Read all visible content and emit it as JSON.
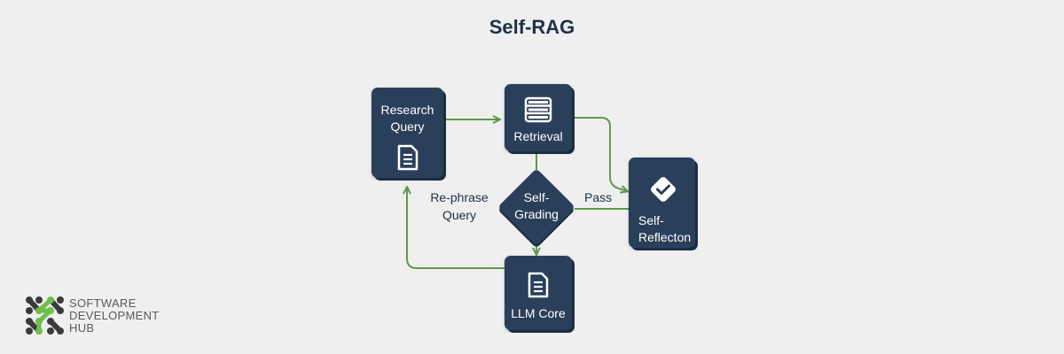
{
  "title": "Self-RAG",
  "colors": {
    "node": "#2a3f5a",
    "arrow": "#5e9a4a",
    "text_dark": "#1f3049",
    "background": "#efefef",
    "logo_green": "#6cc04a"
  },
  "nodes": {
    "research_query": {
      "line1": "Research",
      "line2": "Query",
      "icon": "document-icon"
    },
    "retrieval": {
      "label": "Retrieval",
      "icon": "list-icon"
    },
    "self_grading": {
      "line1": "Self-",
      "line2": "Grading"
    },
    "self_reflection": {
      "line1": "Self-",
      "line2": "Reflecton",
      "icon": "check-diamond-icon"
    },
    "llm_core": {
      "label": "LLM Core",
      "icon": "document-icon"
    }
  },
  "edges": [
    {
      "from": "research_query",
      "to": "retrieval",
      "label": ""
    },
    {
      "from": "retrieval",
      "to": "self_reflection",
      "label": ""
    },
    {
      "from": "retrieval",
      "to": "self_grading",
      "label": ""
    },
    {
      "from": "self_grading",
      "to": "self_reflection",
      "label": "Pass"
    },
    {
      "from": "self_grading",
      "to": "llm_core",
      "label": ""
    },
    {
      "from": "llm_core",
      "to": "research_query",
      "label": "Re-phrase Query"
    }
  ],
  "edge_labels": {
    "rephrase_line1": "Re-phrase",
    "rephrase_line2": "Query",
    "pass": "Pass"
  },
  "logo": {
    "line1": "SOFTWARE",
    "line2": "DEVELOPMENT",
    "line3": "HUB"
  }
}
